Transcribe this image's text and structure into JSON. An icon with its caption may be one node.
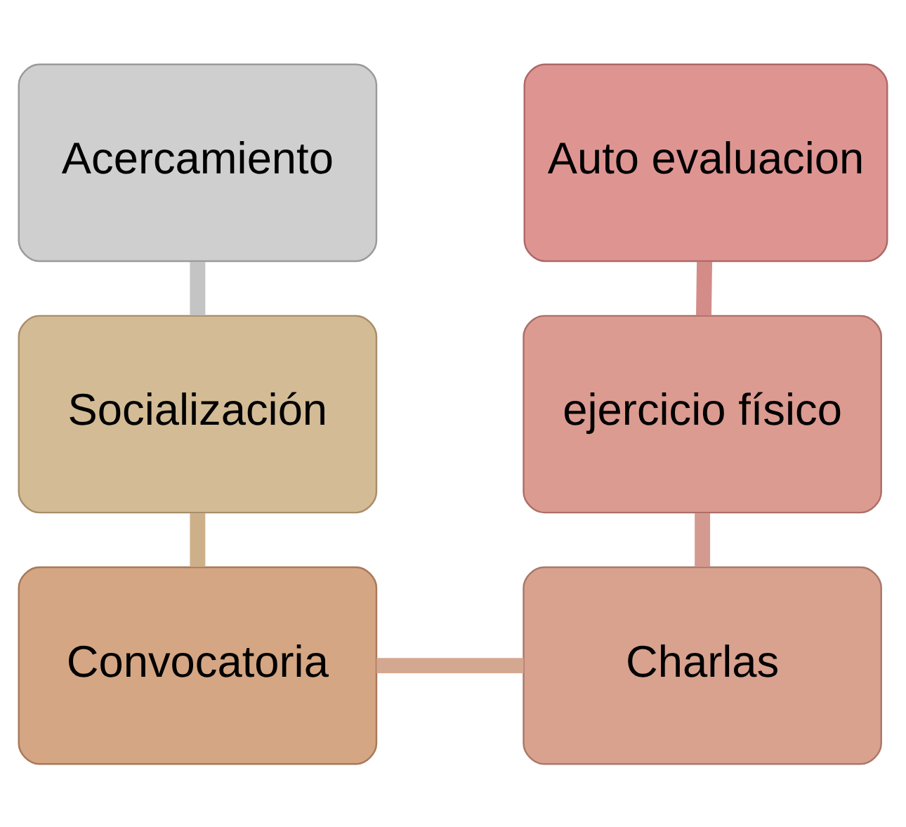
{
  "diagram": {
    "nodes": [
      {
        "text": [
          "Acercamiento"
        ]
      },
      {
        "text": [
          "Socialización"
        ]
      },
      {
        "text": [
          "Convocatoria"
        ]
      },
      {
        "text": [
          "Charlas"
        ]
      },
      {
        "text": [
          "ejercicio físico"
        ]
      },
      {
        "text": [
          "Auto evaluacion"
        ]
      }
    ],
    "edges": [
      {
        "from": 0,
        "to": 1,
        "arrow": "none"
      },
      {
        "from": 1,
        "to": 2,
        "arrow": "none"
      },
      {
        "from": 2,
        "to": 3,
        "arrow": "none"
      },
      {
        "from": 3,
        "to": 4,
        "arrow": "none"
      },
      {
        "from": 4,
        "to": 5,
        "arrow": "none"
      }
    ]
  }
}
